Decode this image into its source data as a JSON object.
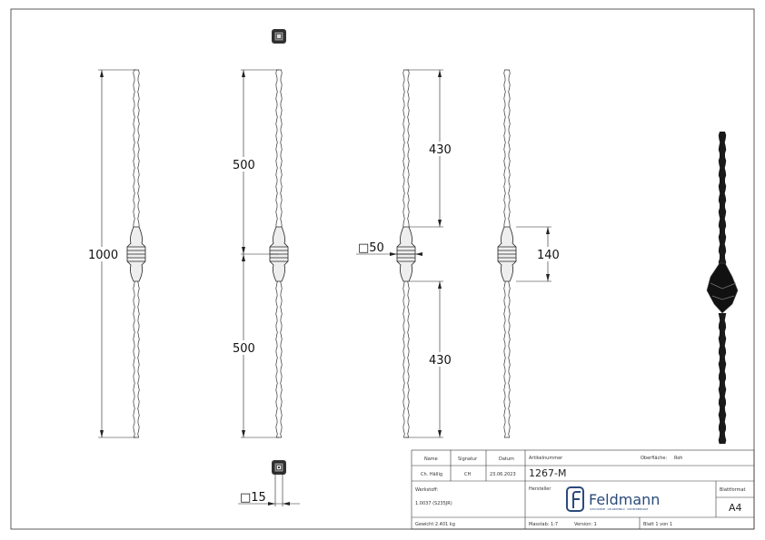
{
  "dimensions": {
    "total_length": "1000",
    "upper_half": "500",
    "lower_half": "500",
    "upper_bar": "430",
    "lower_bar": "430",
    "knob_square": "□50",
    "knob_height": "140",
    "bar_square": "□15"
  },
  "title_block": {
    "name_label": "Name",
    "signature_label": "Signatur",
    "date_label": "Datum",
    "name_value": "Ch. Hällig",
    "signature_value": "CH",
    "date_value": "23.06.2023",
    "article_label": "Artikelnummer",
    "article_value": "1267-M",
    "surface_label": "Oberfläche:",
    "surface_value": "Roh",
    "material_label": "Werkstoff:",
    "material_value": "1.0037 (S235JR)",
    "manufacturer_label": "Hersteller",
    "logo_text": "Feldmann",
    "logo_tagline": "SCHLOSSEREI · GELÄNDERBAU · SCHMIEDEBEDARF",
    "format_label": "Blattformat",
    "format_value": "A4",
    "weight": "Gewicht 2.401 kg",
    "scale": "Masstab: 1:7",
    "version": "Version: 1",
    "sheet": "Blatt 1 von 1"
  },
  "colors": {
    "line": "#222222",
    "logo": "#2a4a7a"
  }
}
